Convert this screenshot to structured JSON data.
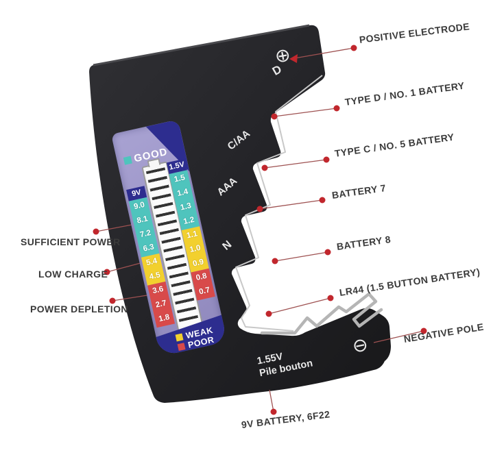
{
  "device": {
    "positive_symbol": "⊕",
    "negative_symbol": "⊖",
    "slot_d": "D",
    "slot_caa": "C/AA",
    "slot_aaa": "AAA",
    "slot_n": "N",
    "button_line1": "1.55V",
    "button_line2": "Pile bouton"
  },
  "display": {
    "good_label": "GOOD",
    "weak_label": "WEAK",
    "poor_label": "POOR",
    "col_9v": {
      "header": "9V",
      "values": [
        "9.0",
        "8.1",
        "7.2",
        "6.3",
        "5.4",
        "4.5",
        "3.6",
        "2.7",
        "1.8"
      ]
    },
    "col_1_5v": {
      "header": "1.5V",
      "values": [
        "1.5",
        "1.4",
        "1.3",
        "1.2",
        "1.1",
        "1.0",
        "0.9",
        "0.8",
        "0.7"
      ]
    },
    "zone_colors": {
      "good": "#4fc4bd",
      "weak": "#f2d02e",
      "poor": "#d84a4a",
      "panel": "#9d96c8",
      "band": "#2d2d8f"
    }
  },
  "callouts": {
    "positive_electrode": "POSITIVE ELECTRODE",
    "type_d": "TYPE D / NO. 1 BATTERY",
    "type_c": "TYPE C / NO. 5 BATTERY",
    "battery_7": "BATTERY 7",
    "battery_8": "BATTERY 8",
    "lr44": "LR44 (1.5 BUTTON BATTERY)",
    "negative_pole": "NEGATIVE POLE",
    "battery_9v": "9V BATTERY, 6F22",
    "sufficient_power": "SUFFICIENT POWER",
    "low_charge": "LOW CHARGE",
    "power_depletion": "POWER DEPLETION"
  },
  "accent_colors": {
    "callout_dot": "#c1272d",
    "callout_line": "#9e5151"
  }
}
